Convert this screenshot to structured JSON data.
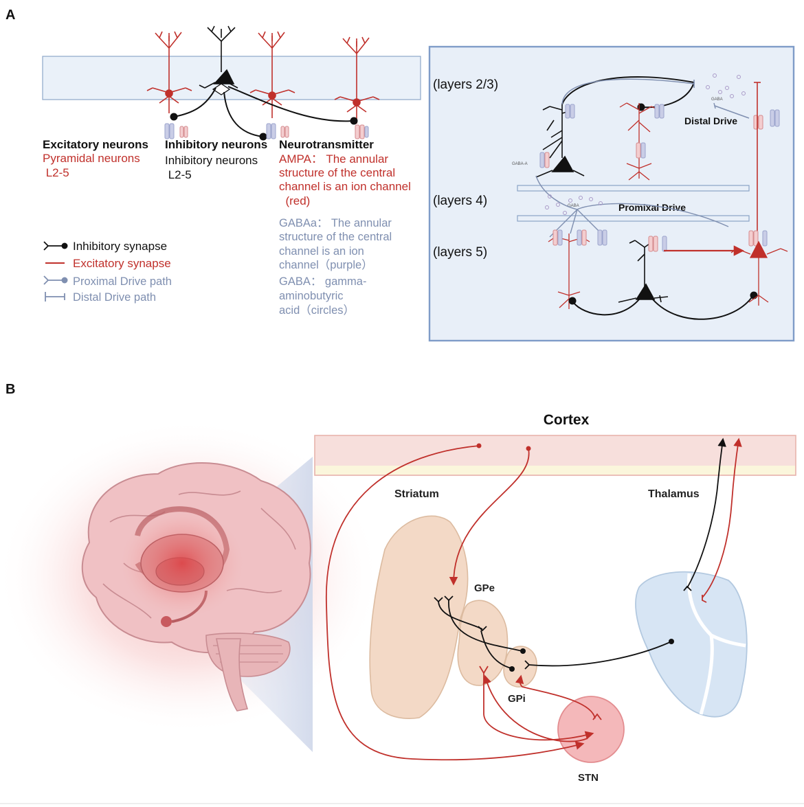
{
  "panel_a": {
    "letter": "A",
    "excitatory": {
      "title": "Excitatory neurons",
      "line1": "Pyramidal neurons",
      "line2": " L2-5"
    },
    "inhibitory": {
      "title": "Inhibitory neurons",
      "line1": "Inhibitory neurons",
      "line2": " L2-5"
    },
    "neurotransmitter": {
      "title": "Neurotransmitter",
      "ampa": [
        "AMPA： The annular",
        "structure of the central",
        "channel is an ion channel",
        "  (red)"
      ],
      "gabaa": [
        "GABAa： The annular",
        "structure of the central",
        "channel is an ion",
        "channel（purple）"
      ],
      "gaba": [
        "GABA： gamma-",
        "aminobutyric",
        "acid（circles）"
      ]
    },
    "legend": {
      "inhibitory_synapse": "Inhibitory synapse",
      "excitatory_synapse": "Excitatory synapse",
      "proximal_path": "Proximal Drive path",
      "distal_path": "Distal Drive path"
    },
    "circuit": {
      "layer_23": "(layers 2/3)",
      "layer_4": "(layers 4)",
      "layer_5": "(layers 5)",
      "distal_drive": "Distal Drive",
      "proximal_drive": "Promixal Drive",
      "gaba_tag": "GABA",
      "gaba_a_tag": "GABA-A"
    }
  },
  "panel_b": {
    "letter": "B",
    "cortex": "Cortex",
    "striatum": "Striatum",
    "thalamus": "Thalamus",
    "gpe": "GPe",
    "gpi": "GPi",
    "stn": "STN"
  },
  "colors": {
    "excitatory": "#c0302b",
    "inhibitory": "#111111",
    "pathway_blue": "#7f8fb0",
    "panel_bg": "#e8eff8",
    "panel_border": "#7f9cc8"
  }
}
